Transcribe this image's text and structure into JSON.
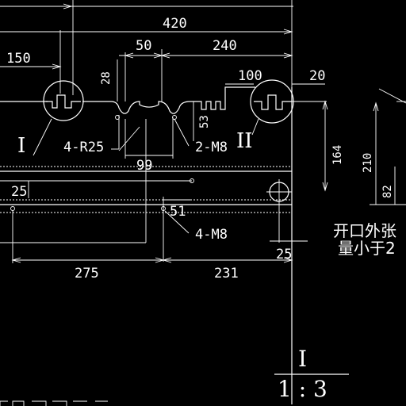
{
  "drawing": {
    "background": "#000000",
    "line_color": "#ffffff",
    "dimensions": {
      "d420": "420",
      "d150": "150",
      "d50": "50",
      "d240": "240",
      "d28": "28",
      "d100": "100",
      "d20": "20",
      "d53": "53",
      "d164": "164",
      "d210": "210",
      "d82": "82",
      "d99": "99",
      "d25a": "25",
      "d51": "51",
      "d25b": "25",
      "d275": "275",
      "d231": "231"
    },
    "callouts": {
      "r25": "4-R25",
      "m8a": "2-M8",
      "m8b": "4-M8"
    },
    "detail_labels": {
      "left": "I",
      "right": "II"
    },
    "notes": {
      "line1": "开口外张",
      "line2": "量小于2"
    },
    "detail_view": {
      "name": "I",
      "scale": "1 : 3"
    }
  }
}
